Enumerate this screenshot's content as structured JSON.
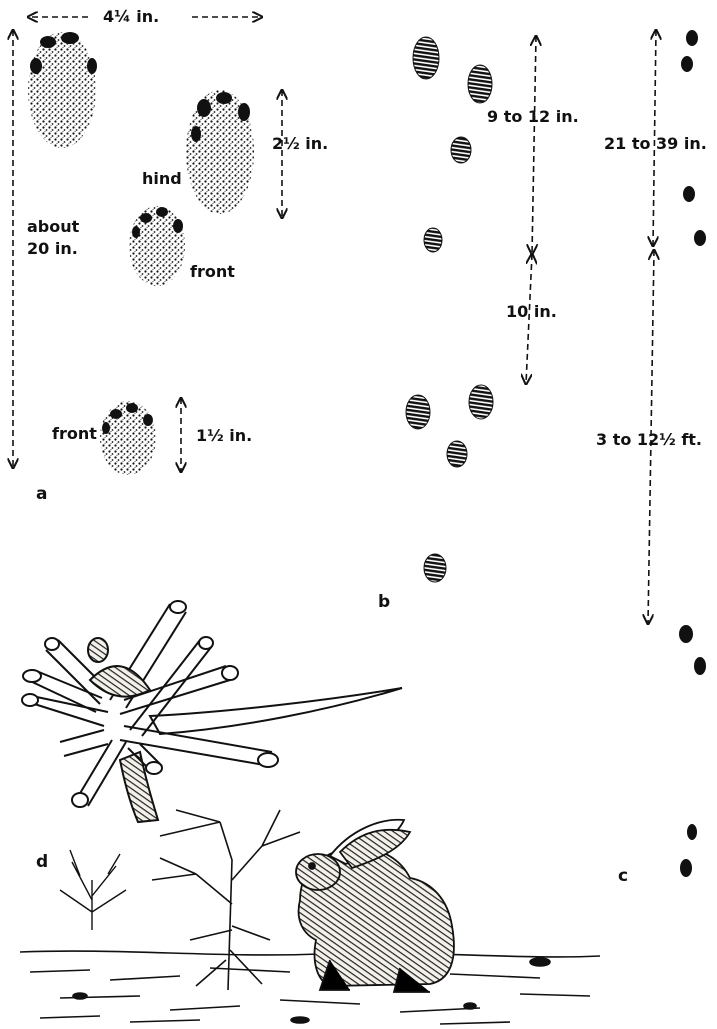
{
  "panels": {
    "a": {
      "letter": "a",
      "dim_width": "4¼ in.",
      "dim_hind_length": "2½ in.",
      "label_hind": "hind",
      "label_front": "front",
      "dim_stride": "about\n20 in.",
      "label_front_lower": "front",
      "dim_front_length": "1½ in."
    },
    "b": {
      "letter": "b",
      "dim_group_span": "9 to 12 in.",
      "dim_gap": "10 in."
    },
    "c": {
      "letter": "c",
      "dim_group_span": "21 to 39 in.",
      "dim_leap": "3 to 12½ ft."
    },
    "d": {
      "letter": "d"
    }
  }
}
